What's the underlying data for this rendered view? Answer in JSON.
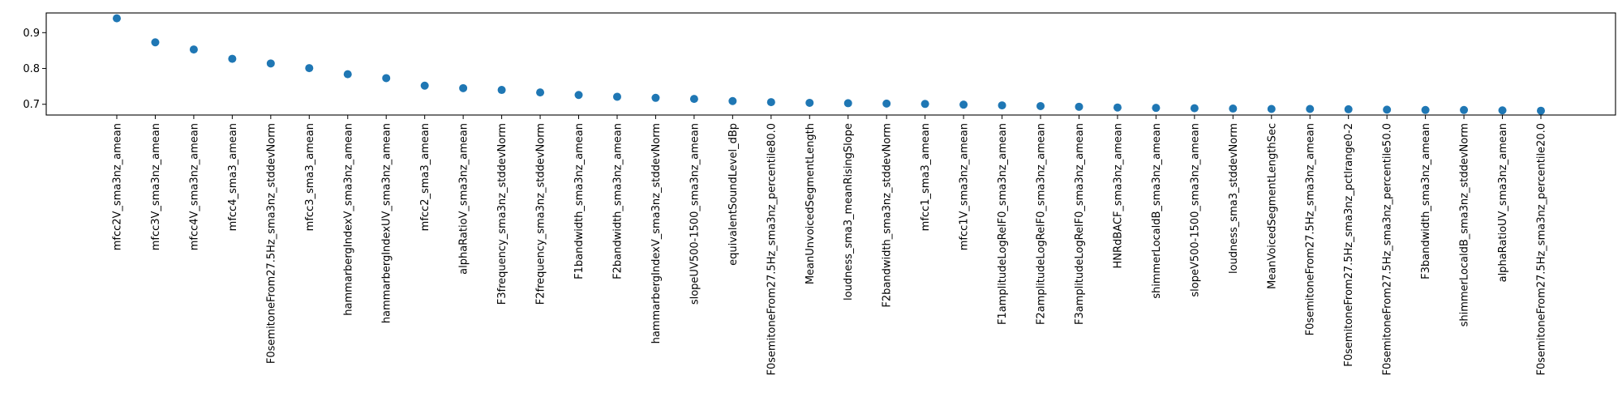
{
  "chart_data": {
    "type": "scatter",
    "title": "",
    "xlabel": "",
    "ylabel": "",
    "ylim": [
      0.67,
      0.955
    ],
    "yticks": [
      "0.7",
      "0.8",
      "0.9"
    ],
    "grid": false,
    "marker_color": "#1f77b4",
    "categories": [
      "mfcc2V_sma3nz_amean",
      "mfcc3V_sma3nz_amean",
      "mfcc4V_sma3nz_amean",
      "mfcc4_sma3_amean",
      "F0semitoneFrom27.5Hz_sma3nz_stddevNorm",
      "mfcc3_sma3_amean",
      "hammarbergIndexV_sma3nz_amean",
      "hammarbergIndexUV_sma3nz_amean",
      "mfcc2_sma3_amean",
      "alphaRatioV_sma3nz_amean",
      "F3frequency_sma3nz_stddevNorm",
      "F2frequency_sma3nz_stddevNorm",
      "F1bandwidth_sma3nz_amean",
      "F2bandwidth_sma3nz_amean",
      "hammarbergIndexV_sma3nz_stddevNorm",
      "slopeUV500-1500_sma3nz_amean",
      "equivalentSoundLevel_dBp",
      "F0semitoneFrom27.5Hz_sma3nz_percentile80.0",
      "MeanUnvoicedSegmentLength",
      "loudness_sma3_meanRisingSlope",
      "F2bandwidth_sma3nz_stddevNorm",
      "mfcc1_sma3_amean",
      "mfcc1V_sma3nz_amean",
      "F1amplitudeLogRelF0_sma3nz_amean",
      "F2amplitudeLogRelF0_sma3nz_amean",
      "F3amplitudeLogRelF0_sma3nz_amean",
      "HNRdBACF_sma3nz_amean",
      "shimmerLocaldB_sma3nz_amean",
      "slopeV500-1500_sma3nz_amean",
      "loudness_sma3_stddevNorm",
      "MeanVoicedSegmentLengthSec",
      "F0semitoneFrom27.5Hz_sma3nz_amean",
      "F0semitoneFrom27.5Hz_sma3nz_pctlrange0-2",
      "F0semitoneFrom27.5Hz_sma3nz_percentile50.0",
      "F3bandwidth_sma3nz_amean",
      "shimmerLocaldB_sma3nz_stddevNorm",
      "alphaRatioUV_sma3nz_amean",
      "F0semitoneFrom27.5Hz_sma3nz_percentile20.0"
    ],
    "values": [
      0.94,
      0.873,
      0.853,
      0.827,
      0.814,
      0.801,
      0.784,
      0.773,
      0.752,
      0.745,
      0.74,
      0.733,
      0.726,
      0.721,
      0.718,
      0.715,
      0.709,
      0.706,
      0.704,
      0.703,
      0.702,
      0.701,
      0.699,
      0.697,
      0.695,
      0.693,
      0.691,
      0.69,
      0.689,
      0.688,
      0.687,
      0.687,
      0.686,
      0.685,
      0.684,
      0.684,
      0.683,
      0.682
    ]
  }
}
